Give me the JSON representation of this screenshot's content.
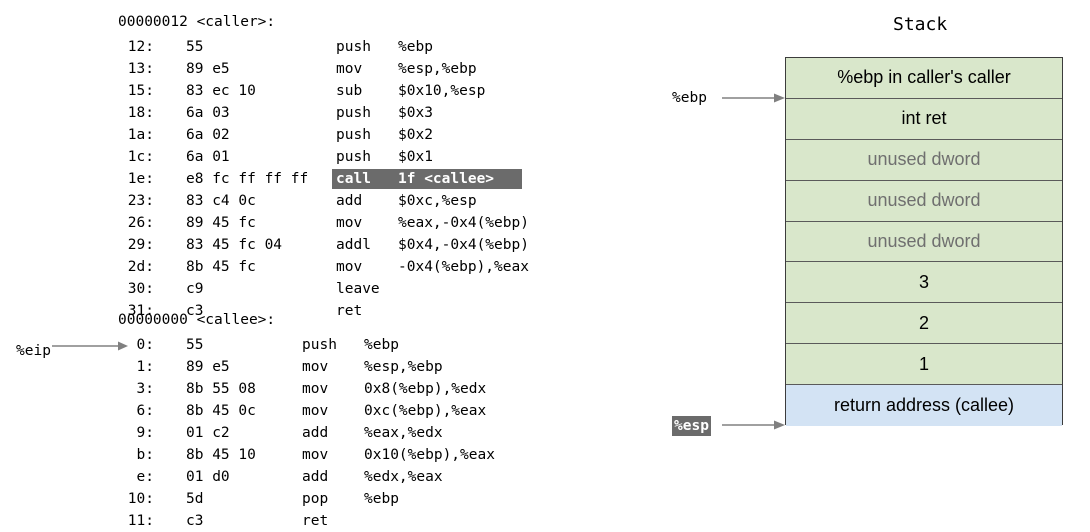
{
  "caller": {
    "header": "00000012 <caller>:",
    "instructions": [
      {
        "addr": "12:",
        "bytes": "55",
        "mnemonic": "push",
        "operands": "%ebp",
        "highlighted": false
      },
      {
        "addr": "13:",
        "bytes": "89 e5",
        "mnemonic": "mov",
        "operands": "%esp,%ebp",
        "highlighted": false
      },
      {
        "addr": "15:",
        "bytes": "83 ec 10",
        "mnemonic": "sub",
        "operands": "$0x10,%esp",
        "highlighted": false
      },
      {
        "addr": "18:",
        "bytes": "6a 03",
        "mnemonic": "push",
        "operands": "$0x3",
        "highlighted": false
      },
      {
        "addr": "1a:",
        "bytes": "6a 02",
        "mnemonic": "push",
        "operands": "$0x2",
        "highlighted": false
      },
      {
        "addr": "1c:",
        "bytes": "6a 01",
        "mnemonic": "push",
        "operands": "$0x1",
        "highlighted": false
      },
      {
        "addr": "1e:",
        "bytes": "e8 fc ff ff ff",
        "mnemonic": "call",
        "operands": "1f <callee>",
        "highlighted": true
      },
      {
        "addr": "23:",
        "bytes": "83 c4 0c",
        "mnemonic": "add",
        "operands": "$0xc,%esp",
        "highlighted": false
      },
      {
        "addr": "26:",
        "bytes": "89 45 fc",
        "mnemonic": "mov",
        "operands": "%eax,-0x4(%ebp)",
        "highlighted": false
      },
      {
        "addr": "29:",
        "bytes": "83 45 fc 04",
        "mnemonic": "addl",
        "operands": "$0x4,-0x4(%ebp)",
        "highlighted": false
      },
      {
        "addr": "2d:",
        "bytes": "8b 45 fc",
        "mnemonic": "mov",
        "operands": "-0x4(%ebp),%eax",
        "highlighted": false
      },
      {
        "addr": "30:",
        "bytes": "c9",
        "mnemonic": "leave",
        "operands": "",
        "highlighted": false
      },
      {
        "addr": "31:",
        "bytes": "c3",
        "mnemonic": "ret",
        "operands": "",
        "highlighted": false
      }
    ]
  },
  "callee": {
    "header": "00000000 <callee>:",
    "instructions": [
      {
        "addr": "0:",
        "bytes": "55",
        "mnemonic": "push",
        "operands": "%ebp",
        "highlighted": false
      },
      {
        "addr": "1:",
        "bytes": "89 e5",
        "mnemonic": "mov",
        "operands": "%esp,%ebp",
        "highlighted": false
      },
      {
        "addr": "3:",
        "bytes": "8b 55 08",
        "mnemonic": "mov",
        "operands": "0x8(%ebp),%edx",
        "highlighted": false
      },
      {
        "addr": "6:",
        "bytes": "8b 45 0c",
        "mnemonic": "mov",
        "operands": "0xc(%ebp),%eax",
        "highlighted": false
      },
      {
        "addr": "9:",
        "bytes": "01 c2",
        "mnemonic": "add",
        "operands": "%eax,%edx",
        "highlighted": false
      },
      {
        "addr": "b:",
        "bytes": "8b 45 10",
        "mnemonic": "mov",
        "operands": "0x10(%ebp),%eax",
        "highlighted": false
      },
      {
        "addr": "e:",
        "bytes": "01 d0",
        "mnemonic": "add",
        "operands": "%edx,%eax",
        "highlighted": false
      },
      {
        "addr": "10:",
        "bytes": "5d",
        "mnemonic": "pop",
        "operands": "%ebp",
        "highlighted": false
      },
      {
        "addr": "11:",
        "bytes": "c3",
        "mnemonic": "ret",
        "operands": "",
        "highlighted": false
      }
    ]
  },
  "pointers": {
    "eip": {
      "label": "%eip",
      "highlighted": false
    },
    "ebp": {
      "label": "%ebp",
      "highlighted": false
    },
    "esp": {
      "label": "%esp",
      "highlighted": true
    }
  },
  "stack": {
    "title": "Stack",
    "colors": {
      "green": "#d9e7cb",
      "blue": "#d3e3f4",
      "border": "#3c3c3c",
      "divider": "#5a5a5a",
      "dim_text": "#6f6f6f",
      "highlight_bg": "#6b6b6b",
      "highlight_fg": "#ffffff"
    },
    "cells": [
      {
        "text": "%ebp in caller's caller",
        "color": "green",
        "dim": false
      },
      {
        "text": "int ret",
        "color": "green",
        "dim": false
      },
      {
        "text": "unused dword",
        "color": "green",
        "dim": true
      },
      {
        "text": "unused dword",
        "color": "green",
        "dim": true
      },
      {
        "text": "unused dword",
        "color": "green",
        "dim": true
      },
      {
        "text": "3",
        "color": "green",
        "dim": false
      },
      {
        "text": "2",
        "color": "green",
        "dim": false
      },
      {
        "text": "1",
        "color": "green",
        "dim": false
      },
      {
        "text": "return address (callee)",
        "color": "blue",
        "dim": false
      }
    ]
  }
}
